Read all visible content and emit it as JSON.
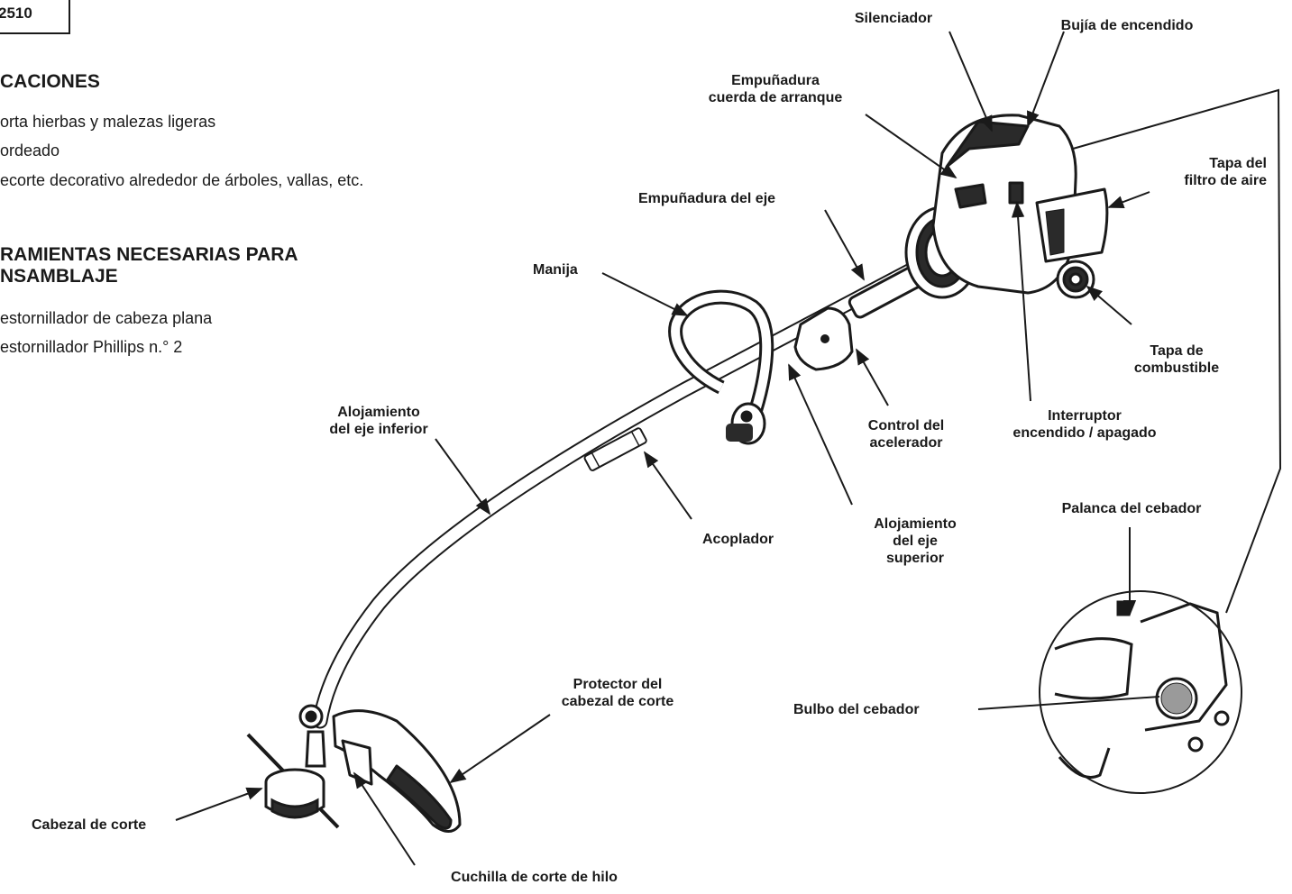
{
  "model_number": "2510",
  "applications": {
    "heading": "CACIONES",
    "items": [
      "orta hierbas y malezas ligeras",
      "ordeado",
      "ecorte decorativo alrededor de árboles, vallas, etc."
    ]
  },
  "tools": {
    "heading_line1": "RAMIENTAS NECESARIAS PARA",
    "heading_line2": "NSAMBLAJE",
    "items": [
      "estornillador de cabeza plana",
      "estornillador Phillips n.° 2"
    ]
  },
  "labels": {
    "silenciador": "Silenciador",
    "bujia": "Bujía de encendido",
    "empunadura_cuerda": "Empuñadura\ncuerda de arranque",
    "tapa_filtro": "Tapa del\nfiltro de aire",
    "empunadura_eje": "Empuñadura del eje",
    "manija": "Manija",
    "tapa_combustible": "Tapa de\ncombustible",
    "alojamiento_inferior": "Alojamiento\ndel eje inferior",
    "control_acelerador": "Control del\nacelerador",
    "interruptor": "Interruptor\nencendido / apagado",
    "palanca_cebador": "Palanca del cebador",
    "acoplador": "Acoplador",
    "alojamiento_superior": "Alojamiento\ndel eje\nsuperior",
    "protector": "Protector del\ncabezal de corte",
    "bulbo_cebador": "Bulbo del cebador",
    "cabezal_corte": "Cabezal de corte",
    "cuchilla": "Cuchilla de corte de hilo"
  }
}
